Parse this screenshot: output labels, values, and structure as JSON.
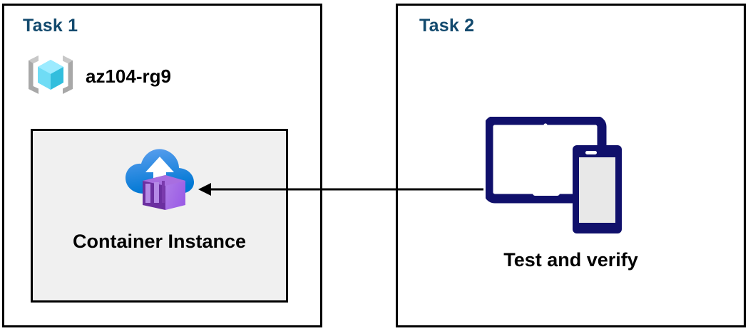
{
  "diagram": {
    "title": "",
    "panels": [
      {
        "id": "task1",
        "title": "Task 1",
        "title_color": "#134a6e",
        "resource_group": {
          "icon": "azure-resource-group-icon",
          "label": "az104-rg9"
        },
        "resource": {
          "icon": "azure-container-instance-icon",
          "label": "Container Instance",
          "box_fill": "#f0f0f0",
          "box_border": "#000000"
        }
      },
      {
        "id": "task2",
        "title": "Task 2",
        "title_color": "#134a6e",
        "device": {
          "icon": "tablet-and-phone-icon",
          "label": "Test and verify",
          "color": "#10106b"
        }
      }
    ],
    "connector": {
      "name": "arrow-task2-to-container-instance",
      "direction": "right-to-left",
      "label": "",
      "color": "#000000"
    }
  }
}
